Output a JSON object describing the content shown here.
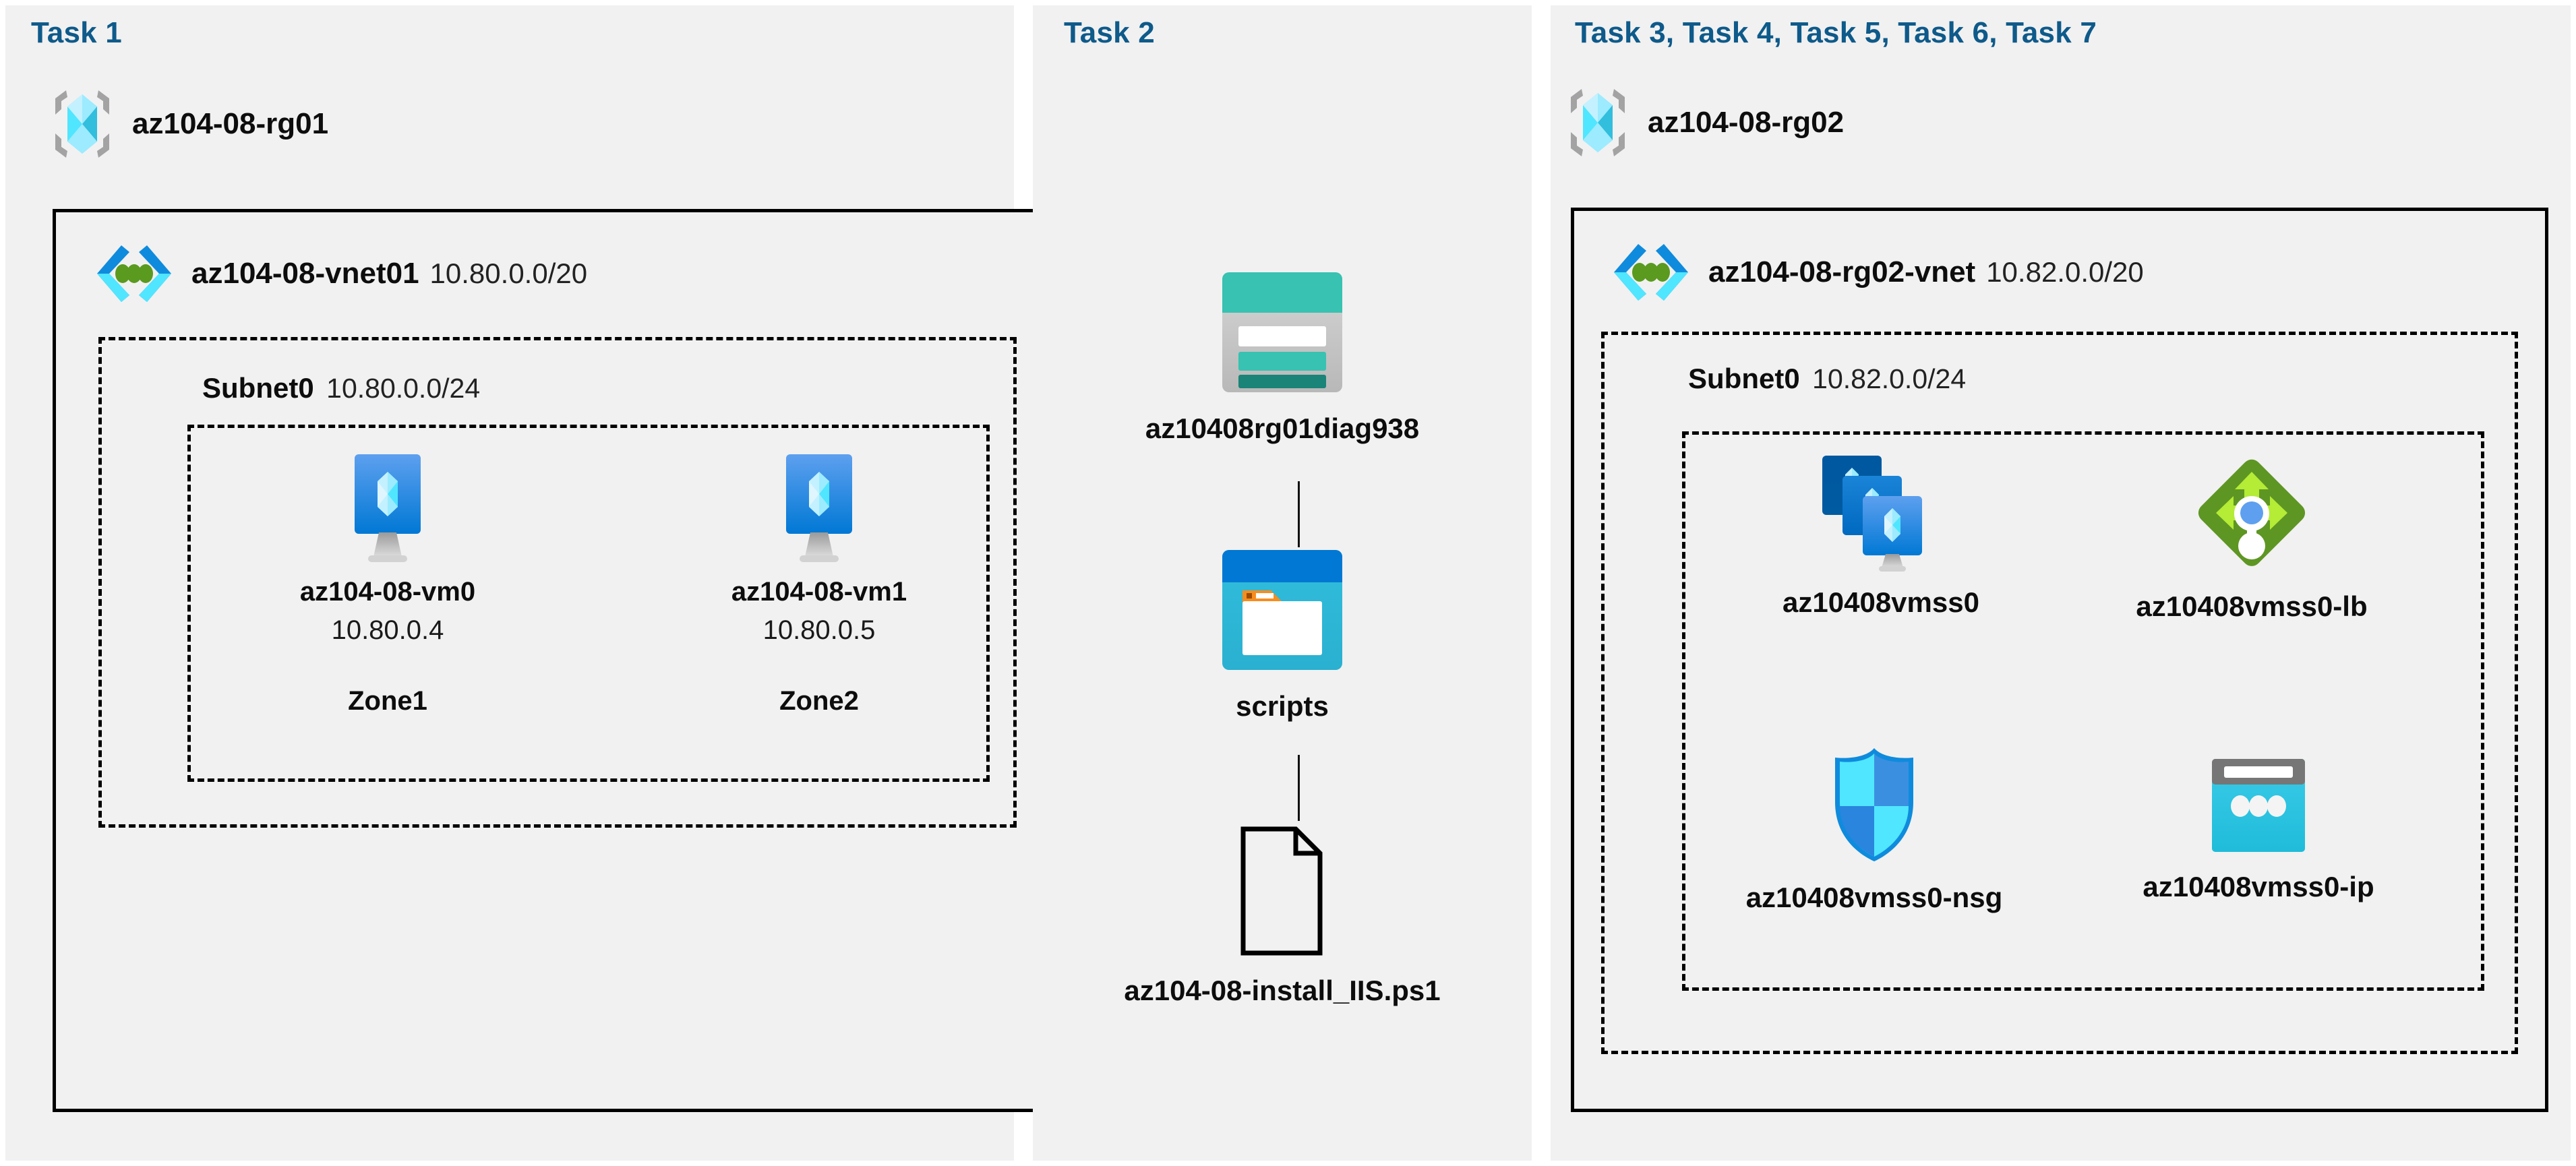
{
  "diagram": {
    "title_color": "#0e5a8a",
    "panel_bg": "#f1f1f1",
    "page_bg": "#ffffff"
  },
  "panels": [
    {
      "id": "task1",
      "label": "Task 1",
      "resource_group": {
        "name": "az104-08-rg01",
        "icon": "resource-group-icon"
      },
      "vnet": {
        "name": "az104-08-vnet01",
        "cidr": "10.80.0.0/20",
        "icon": "virtual-network-icon"
      },
      "subnet": {
        "name": "Subnet0",
        "cidr": "10.80.0.0/24"
      },
      "nodes": [
        {
          "icon": "virtual-machine-icon",
          "name": "az104-08-vm0",
          "ip": "10.80.0.4",
          "zone": "Zone1"
        },
        {
          "icon": "virtual-machine-icon",
          "name": "az104-08-vm1",
          "ip": "10.80.0.5",
          "zone": "Zone2"
        }
      ]
    },
    {
      "id": "task2",
      "label": "Task 2",
      "nodes": [
        {
          "icon": "storage-account-icon",
          "name": "az10408rg01diag938"
        },
        {
          "icon": "blob-container-icon",
          "name": "scripts"
        },
        {
          "icon": "file-icon",
          "name": "az104-08-install_IIS.ps1"
        }
      ]
    },
    {
      "id": "task3to7",
      "label": "Task 3, Task 4, Task 5, Task 6, Task 7",
      "resource_group": {
        "name": "az104-08-rg02",
        "icon": "resource-group-icon"
      },
      "vnet": {
        "name": "az104-08-rg02-vnet",
        "cidr": "10.82.0.0/20",
        "icon": "virtual-network-icon"
      },
      "subnet": {
        "name": "Subnet0",
        "cidr": "10.82.0.0/24"
      },
      "nodes": [
        {
          "icon": "vm-scale-set-icon",
          "name": "az10408vmss0"
        },
        {
          "icon": "load-balancer-icon",
          "name": "az10408vmss0-lb"
        },
        {
          "icon": "network-security-group-icon",
          "name": "az10408vmss0-nsg"
        },
        {
          "icon": "public-ip-address-icon",
          "name": "az10408vmss0-ip"
        }
      ]
    }
  ],
  "colors": {
    "azure_blue": "#0078d4",
    "azure_cyan": "#50e6ff",
    "azure_light_cyan": "#9cebff",
    "grey": "#a3a3a3",
    "storage_teal": "#37c2b1",
    "storage_teal_dark": "#198477",
    "lb_green": "#5e9624",
    "lb_light_green": "#b4ec36",
    "nsg_blue": "#0078d4",
    "ip_cyan": "#32bedd",
    "ip_grey": "#767676",
    "tag_orange": "#f78d1e"
  }
}
